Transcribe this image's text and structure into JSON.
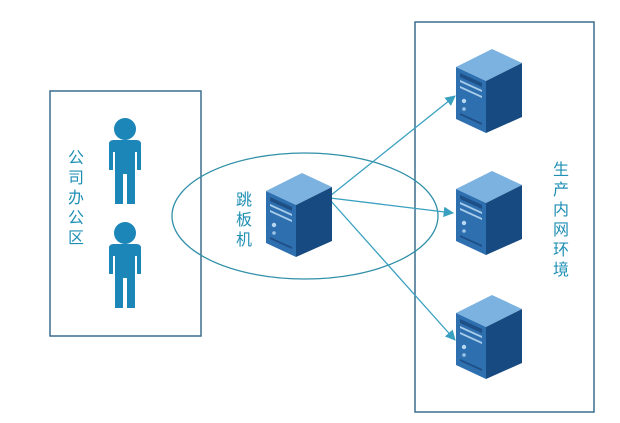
{
  "office": {
    "label": "公司办公区"
  },
  "jump_host": {
    "label": "跳板机"
  },
  "production": {
    "label": "生产内网环境"
  },
  "colors": {
    "label": "#1f8fb4",
    "box_border": "#3b6f8f",
    "ellipse": "#2f8fa8",
    "arrow": "#3aa0c0",
    "person": "#1c86b8",
    "server_front": "#2e6fb0",
    "server_side": "#174a80",
    "server_top": "#7bb2e0"
  },
  "icons": {
    "person": "person-icon",
    "server": "server-icon"
  }
}
